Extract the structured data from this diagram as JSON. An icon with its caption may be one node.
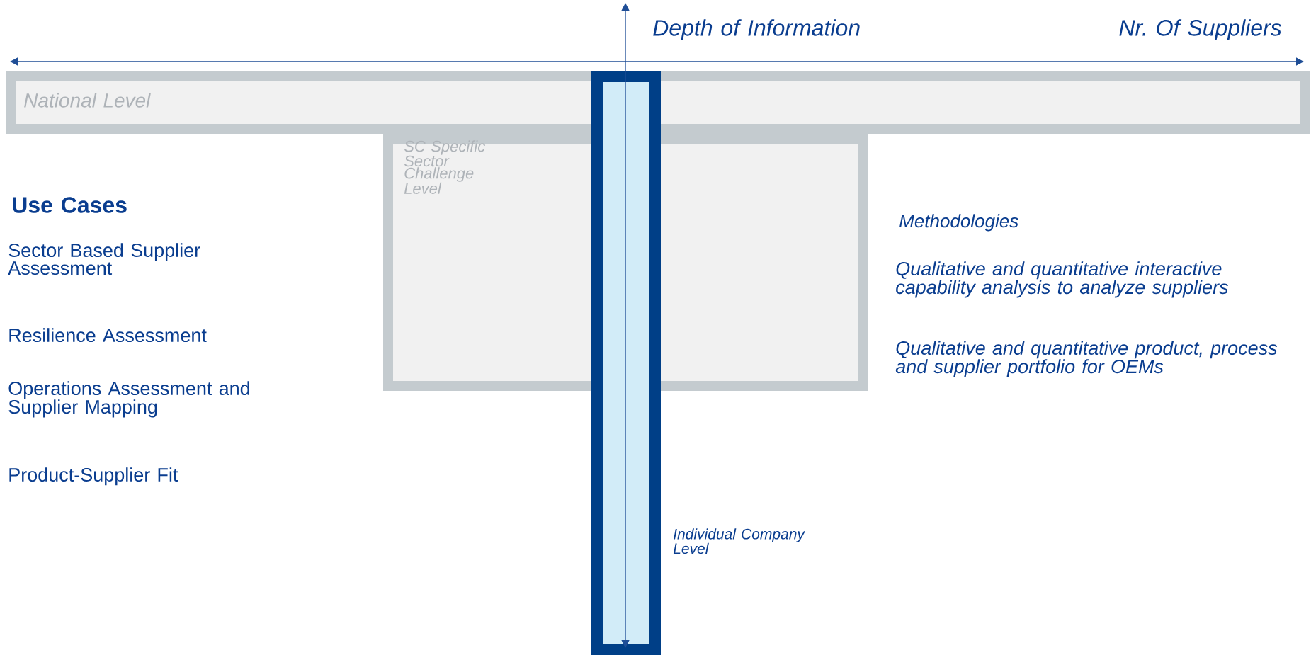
{
  "diagram": {
    "nodes": [
      {
        "text": [
          "National Level"
        ]
      },
      {
        "text": [
          "SC Specific Sector Challenge Level"
        ]
      },
      {
        "text": [],
        "shape": "bar",
        "beside": [
          "Individual Company Level"
        ]
      }
    ],
    "labels": [
      "Depth of Information",
      "Nr. Of Suppliers",
      "Use Cases",
      "Sector Based Supplier Assessment",
      "Resilience Assessment",
      "Operations Assessment and Supplier Mapping",
      "Product-Supplier Fit",
      "Methodologies",
      "Qualitative and quantitative interactive capability analysis to analyze suppliers",
      "Qualitative and quantitative product, process and supplier portfolio for OEMs"
    ]
  }
}
